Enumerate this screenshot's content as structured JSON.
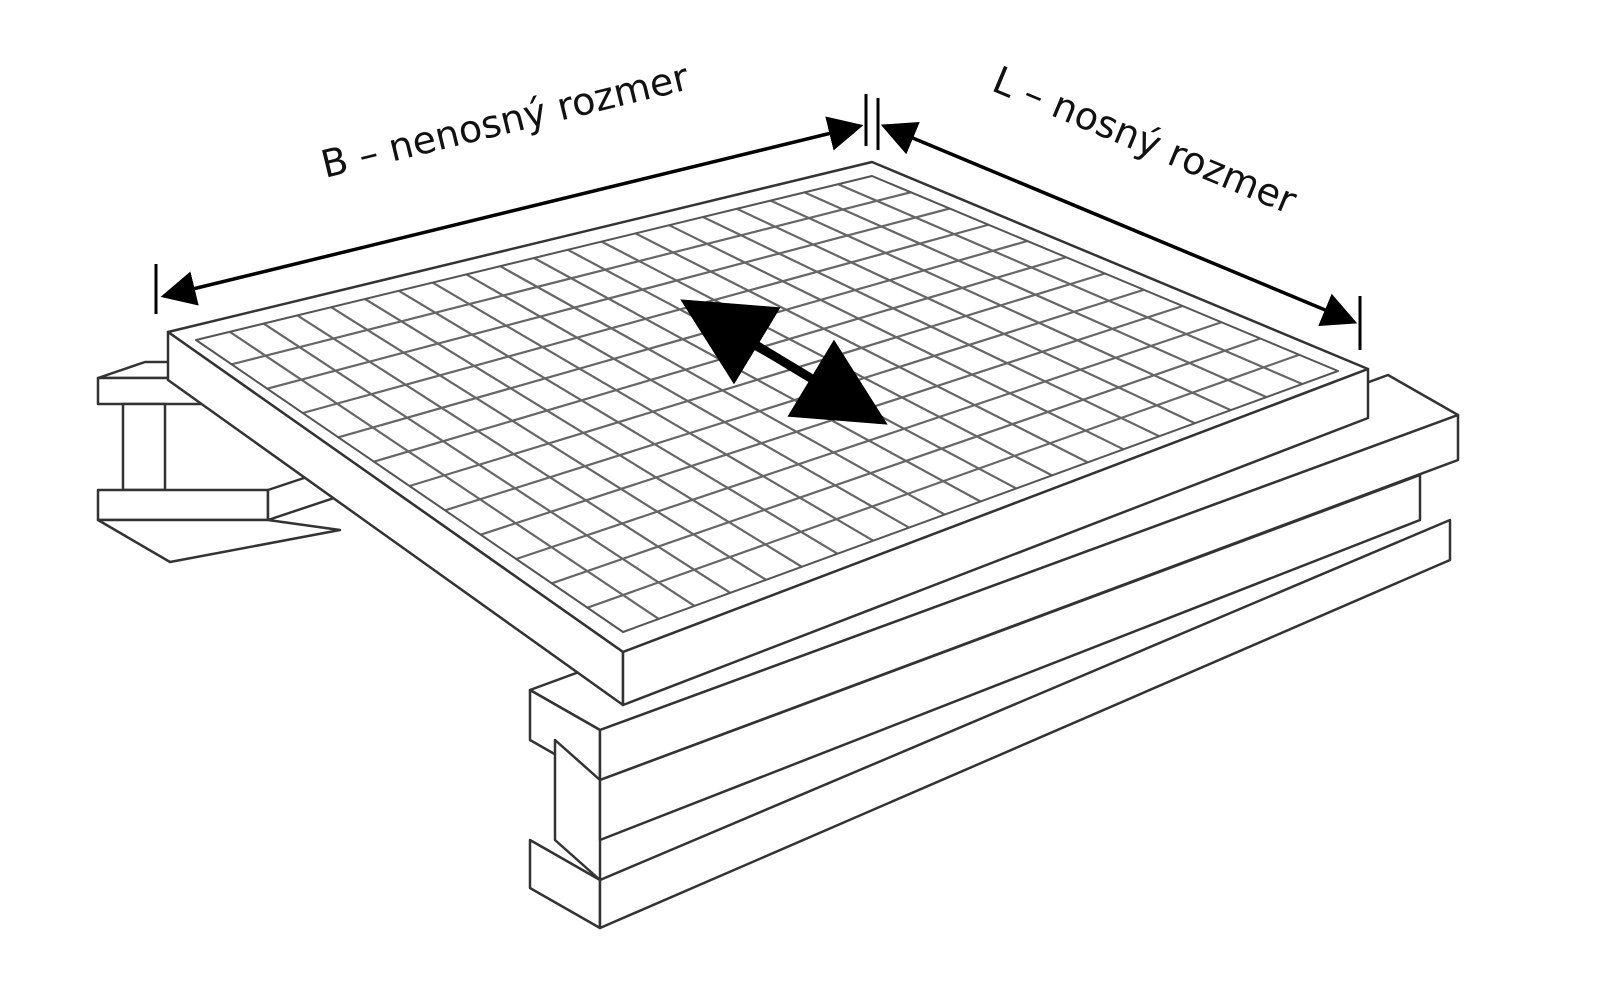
{
  "labels": {
    "width_dimension": "B – nenosný rozmer",
    "length_dimension": "L – nosný rozmer"
  },
  "colors": {
    "stroke": "#333333",
    "arrow": "#000000",
    "face": "#ffffff",
    "background": "#ffffff"
  },
  "grating": {
    "bearing_bar_divisions": 20,
    "cross_bar_divisions": 12
  }
}
